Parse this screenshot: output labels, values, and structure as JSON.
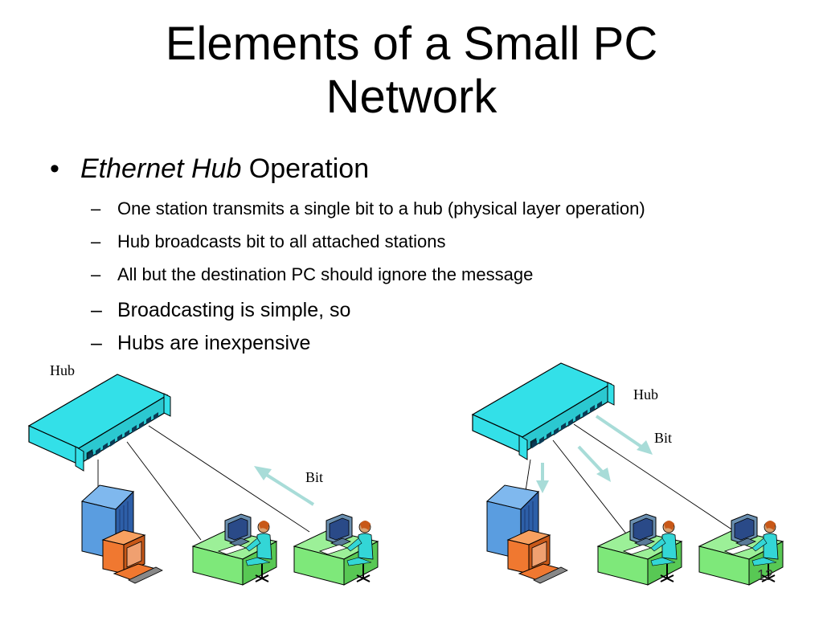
{
  "slide": {
    "title_line1": "Elements of a Small PC",
    "title_line2": "Network",
    "bullet": {
      "marker": "•",
      "italic_text": "Ethernet Hub",
      "text": " Operation"
    },
    "sub_bullets": [
      {
        "marker": "–",
        "text": "One station transmits a single bit to a hub (physical layer operation)"
      },
      {
        "marker": "–",
        "text": "Hub broadcasts bit to all attached stations"
      },
      {
        "marker": "–",
        "text": "All but the destination PC should ignore the message"
      },
      {
        "marker": "–",
        "text": "Broadcasting is simple, so"
      },
      {
        "marker": "–",
        "text": "Hubs are inexpensive"
      }
    ],
    "page_number": "12"
  },
  "diagram_left": {
    "hub_label": "Hub",
    "bit_label": "Bit"
  },
  "diagram_right": {
    "hub_label": "Hub",
    "bit_label": "Bit"
  },
  "colors": {
    "hub": "#33e0e8",
    "hub_dark": "#1a8f96",
    "workstation_desk": "#7ee87a",
    "server": "#5a9de0",
    "monitor": "#f07830",
    "arrow": "#a8dcd8"
  }
}
